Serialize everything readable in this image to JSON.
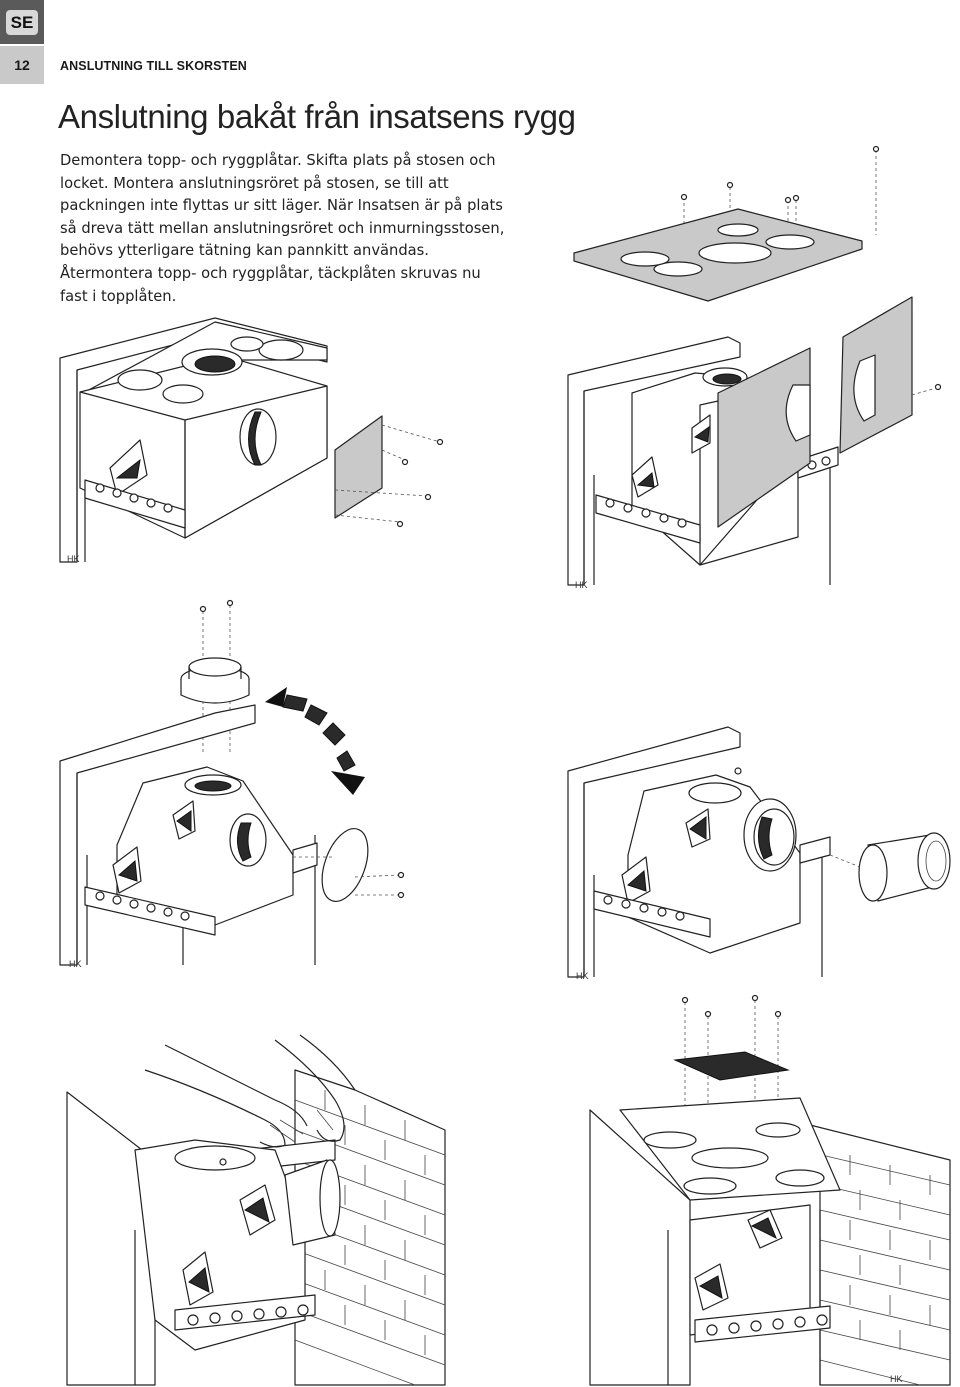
{
  "header": {
    "language_badge": "SE",
    "page_number": "12",
    "section_label": "ANSLUTNING TILL SKORSTEN"
  },
  "title": "Anslutning bakåt från insatsens rygg",
  "body_text": "Demontera topp- och ryggplåtar. Skifta plats på stosen och locket. Montera anslutningsröret på stosen, se till att packningen inte flyttas ur sitt läger. När Insatsen är på plats så dreva tätt mellan anslutningsröret och inmurningsstosen, behövs ytterligare tätning kan pannkitt användas. Återmontera topp- och ryggplåtar, täckplåten skruvas nu fast i topplåten.",
  "illustrations": [
    {
      "id": "step-1",
      "mark": "HK"
    },
    {
      "id": "step-2",
      "mark": "HK"
    },
    {
      "id": "step-3",
      "mark": "HK"
    },
    {
      "id": "step-4",
      "mark": "HK"
    },
    {
      "id": "step-5",
      "mark": ""
    },
    {
      "id": "step-6",
      "mark": "HK"
    }
  ],
  "colors": {
    "tab_dark": "#5a5a5a",
    "tab_light": "#c9c9c9",
    "plate_gray": "#c9c9c9",
    "line": "#222222"
  }
}
